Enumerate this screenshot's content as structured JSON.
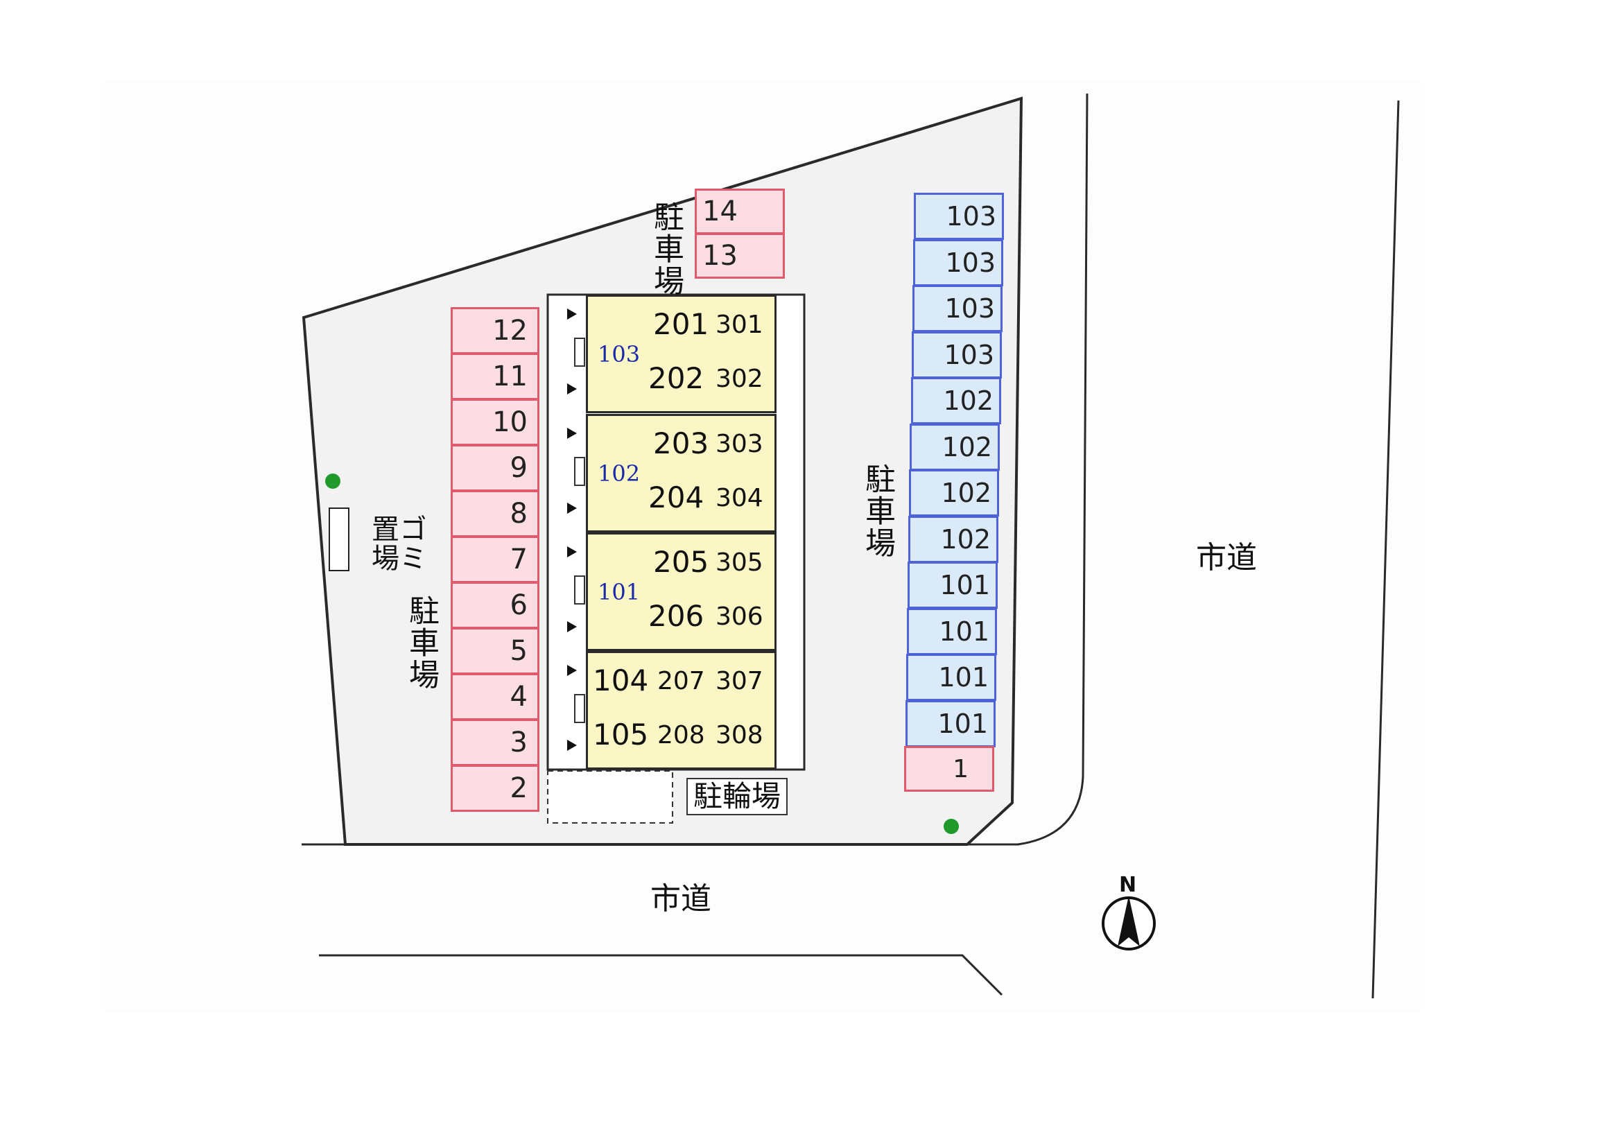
{
  "colors": {
    "lot_fill": "#f2f2f2",
    "parking_pink_fill": "#fbdde3",
    "parking_pink_border": "#de5a6c",
    "parking_blue_fill": "#dbeaf8",
    "parking_blue_border": "#4f62d8",
    "building_fill": "#fbf6c6",
    "building_label_color": "#1a2aa8",
    "tree_color": "#1f9a2a"
  },
  "labels": {
    "parking": "駐車場",
    "bicycle_parking": "駐輪場",
    "garbage": "ゴミ置場",
    "road_south": "市道",
    "road_east": "市道",
    "north": "N"
  },
  "parking_left": [
    "12",
    "11",
    "10",
    "9",
    "8",
    "7",
    "6",
    "5",
    "4",
    "3",
    "2"
  ],
  "parking_top": [
    "14",
    "13"
  ],
  "parking_right": [
    "103",
    "103",
    "103",
    "103",
    "102",
    "102",
    "102",
    "102",
    "101",
    "101",
    "101",
    "101"
  ],
  "parking_right_extra": "1",
  "buildings": [
    {
      "label": "103",
      "row1": [
        "201",
        "301"
      ],
      "row2": [
        "202",
        "302"
      ]
    },
    {
      "label": "102",
      "row1": [
        "203",
        "303"
      ],
      "row2": [
        "204",
        "304"
      ]
    },
    {
      "label": "101",
      "row1": [
        "205",
        "305"
      ],
      "row2": [
        "206",
        "306"
      ]
    },
    {
      "label": "",
      "row1": [
        "104",
        "207",
        "307"
      ],
      "row2": [
        "105",
        "208",
        "308"
      ]
    }
  ]
}
